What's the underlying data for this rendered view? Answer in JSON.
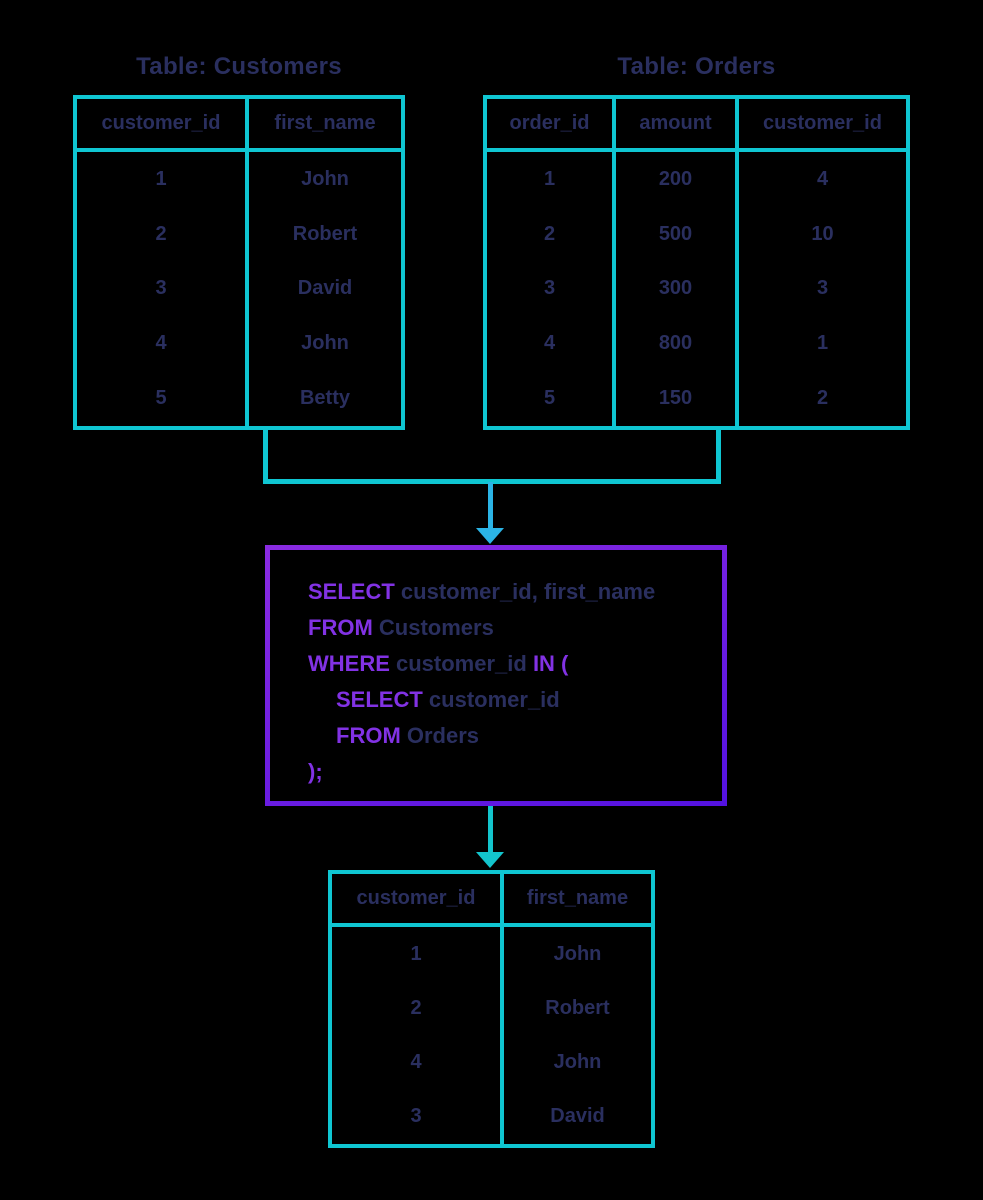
{
  "colors": {
    "bg": "#000000",
    "line": "#0FC6D2",
    "text": "#2A2F5F",
    "keyword": "#8232E4",
    "box_border_start": "#8A2BE2",
    "box_border_end": "#5412E0",
    "arrow_merge": "#2BB4E6",
    "arrow_result": "#13C5CD"
  },
  "tables": {
    "customers": {
      "title": "Table: Customers",
      "columns": [
        "customer_id",
        "first_name"
      ],
      "rows": [
        [
          "1",
          "John"
        ],
        [
          "2",
          "Robert"
        ],
        [
          "3",
          "David"
        ],
        [
          "4",
          "John"
        ],
        [
          "5",
          "Betty"
        ]
      ]
    },
    "orders": {
      "title": "Table: Orders",
      "columns": [
        "order_id",
        "amount",
        "customer_id"
      ],
      "rows": [
        [
          "1",
          "200",
          "4"
        ],
        [
          "2",
          "500",
          "10"
        ],
        [
          "3",
          "300",
          "3"
        ],
        [
          "4",
          "800",
          "1"
        ],
        [
          "5",
          "150",
          "2"
        ]
      ]
    },
    "result": {
      "columns": [
        "customer_id",
        "first_name"
      ],
      "rows": [
        [
          "1",
          "John"
        ],
        [
          "2",
          "Robert"
        ],
        [
          "4",
          "John"
        ],
        [
          "3",
          "David"
        ]
      ]
    }
  },
  "sql": {
    "lines": [
      {
        "indent": 0,
        "parts": [
          {
            "t": "SELECT",
            "kw": true
          },
          {
            "t": " customer_id, first_name",
            "kw": false
          }
        ]
      },
      {
        "indent": 0,
        "parts": [
          {
            "t": "FROM",
            "kw": true
          },
          {
            "t": " Customers",
            "kw": false
          }
        ]
      },
      {
        "indent": 0,
        "parts": [
          {
            "t": "WHERE",
            "kw": true
          },
          {
            "t": " customer_id ",
            "kw": false
          },
          {
            "t": "IN (",
            "kw": true
          }
        ]
      },
      {
        "indent": 1,
        "parts": [
          {
            "t": "SELECT",
            "kw": true
          },
          {
            "t": " customer_id",
            "kw": false
          }
        ]
      },
      {
        "indent": 1,
        "parts": [
          {
            "t": "FROM",
            "kw": true
          },
          {
            "t": " Orders",
            "kw": false
          }
        ]
      },
      {
        "indent": 0,
        "parts": [
          {
            "t": ");",
            "kw": true
          }
        ]
      }
    ]
  }
}
